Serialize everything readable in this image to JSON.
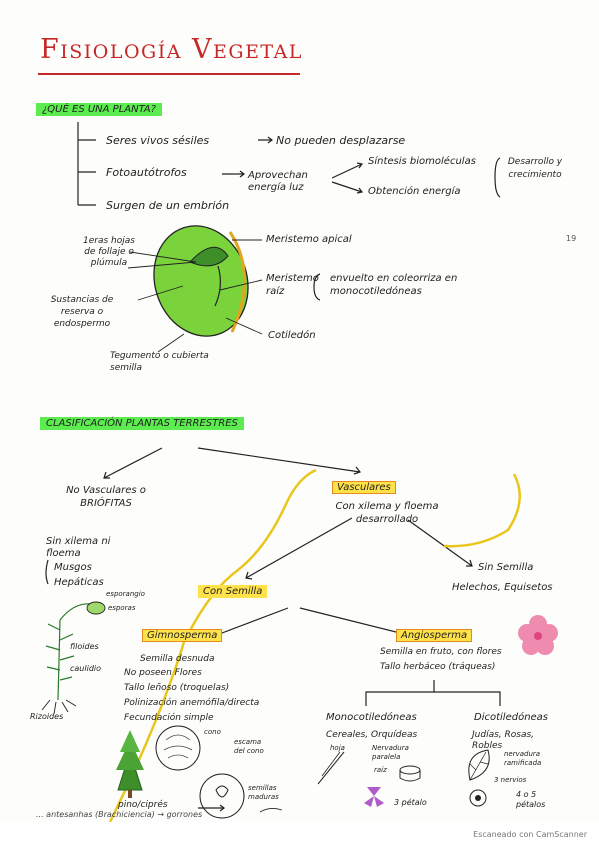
{
  "title": "Fisiología Vegetal",
  "section1": {
    "heading": "¿QUÉ ES UNA PLANTA?",
    "items": [
      "Seres vivos sésiles",
      "No pueden desplazarse",
      "Fotoautótrofos",
      "Aprovechan energía luz",
      "Síntesis biomoléculas",
      "Obtención energía",
      "Desarrollo y crecimiento",
      "Surgen de un embrión"
    ]
  },
  "seed": {
    "labels": [
      "1eras hojas de follaje o plúmula",
      "Meristemo apical",
      "Meristemo raíz",
      "envuelto en coleorriza en monocotiledóneas",
      "Sustancias de reserva o endospermo",
      "Cotiledón",
      "Tegumento o cubierta semilla"
    ],
    "margin_mark": "19"
  },
  "section2": {
    "heading": "CLASIFICACIÓN PLANTAS TERRESTRES",
    "no_vasculares": {
      "title": "No Vasculares o BRIÓFITAS",
      "desc": "Sin xilema ni floema",
      "items": [
        "Musgos",
        "Hepáticas"
      ],
      "labels": [
        "esporangio",
        "esporas",
        "filoides",
        "caulidio",
        "Rizoides"
      ]
    },
    "vasculares": {
      "title": "Vasculares",
      "desc": "Con xilema y floema desarrollado"
    },
    "sin_semilla": {
      "title": "Sin Semilla",
      "desc": "Helechos, Equisetos"
    },
    "con_semilla": {
      "title": "Con Semilla"
    },
    "gimnosperma": {
      "title": "Gimnosperma",
      "items": [
        "Semilla desnuda",
        "No poseen Flores",
        "Tallo leñoso (troquelas)",
        "Polinización anemófila/directa",
        "Fecundación simple"
      ],
      "labels": [
        "cono",
        "escama del cono",
        "semillas maduras",
        "pino/ciprés"
      ]
    },
    "angiosperma": {
      "title": "Angiosperma",
      "items": [
        "Semilla en fruto, con flores",
        "Tallo herbáceo (tráqueas)"
      ]
    },
    "monocotiledoneas": {
      "title": "Monocotiledóneas",
      "items": [
        "Cereales, Orquídeas"
      ],
      "labels": [
        "hoja",
        "Nervadura paralela",
        "raíz",
        "3 pétalo"
      ]
    },
    "dicotiledoneas": {
      "title": "Dicotiledóneas",
      "items": [
        "Judías, Rosas, Robles"
      ],
      "labels": [
        "nervadura ramificada",
        "3 nervios",
        "4 o 5 pétalos"
      ]
    },
    "bottom_text": "... antesanhas (Brachiciencia) → gorrones"
  },
  "footer": "Escaneado con CamScanner",
  "colors": {
    "title": "#c62828",
    "highlight_green": "#5cec4f",
    "highlight_yellow": "#ffe14a",
    "box_orange": "#e58a1c",
    "ink": "#1f1f1f",
    "seed_green": "#7bd33c",
    "pink_flower": "#f08bb0"
  }
}
